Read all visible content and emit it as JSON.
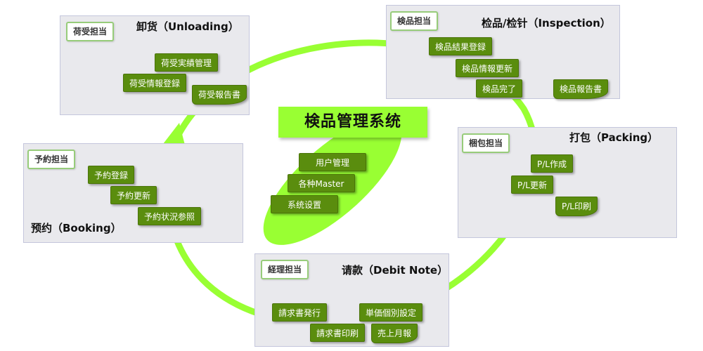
{
  "center": {
    "title": "検品管理系统",
    "items": [
      "用户管理",
      "各种Master",
      "系统设置"
    ]
  },
  "panels": {
    "unloading": {
      "role": "荷受担当",
      "title": "卸货（Unloading）",
      "items": [
        "荷受実績管理",
        "荷受情報登録",
        "荷受報告書"
      ]
    },
    "inspection": {
      "role": "検品担当",
      "title": "检品/检针（Inspection）",
      "items": [
        "検品結果登録",
        "検品情報更新",
        "検品完了",
        "検品報告書"
      ]
    },
    "packing": {
      "role": "梱包担当",
      "title": "打包（Packing）",
      "items": [
        "P/L作成",
        "P/L更新",
        "P/L印刷"
      ]
    },
    "debit": {
      "role": "経理担当",
      "title": "请款（Debit Note）",
      "items": [
        "請求書発行",
        "単価個別設定",
        "請求書印刷",
        "売上月報"
      ]
    },
    "booking": {
      "role": "予約担当",
      "title": "预约（Booking）",
      "items": [
        "予約登録",
        "予約更新",
        "予約状況参照"
      ]
    }
  },
  "colors": {
    "cycle_arrow": "#99ff33",
    "button_fill": "#5a8d0e",
    "panel_fill": "#e9e9ed",
    "center_ellipse": "#99ff33"
  }
}
